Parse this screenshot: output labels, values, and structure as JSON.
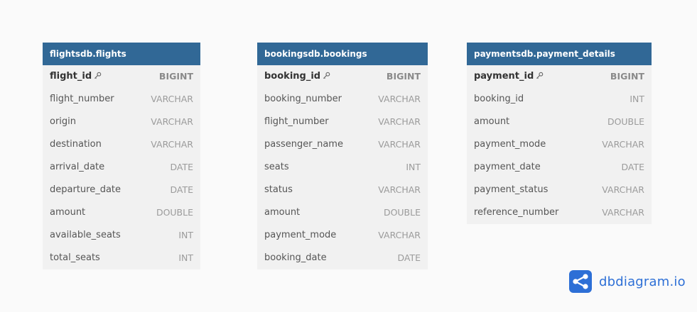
{
  "tables": [
    {
      "name": "flightsdb.flights",
      "fields": [
        {
          "name": "flight_id",
          "type": "BIGINT",
          "pk": true
        },
        {
          "name": "flight_number",
          "type": "VARCHAR"
        },
        {
          "name": "origin",
          "type": "VARCHAR"
        },
        {
          "name": "destination",
          "type": "VARCHAR"
        },
        {
          "name": "arrival_date",
          "type": "DATE"
        },
        {
          "name": "departure_date",
          "type": "DATE"
        },
        {
          "name": "amount",
          "type": "DOUBLE"
        },
        {
          "name": "available_seats",
          "type": "INT"
        },
        {
          "name": "total_seats",
          "type": "INT"
        }
      ]
    },
    {
      "name": "bookingsdb.bookings",
      "fields": [
        {
          "name": "booking_id",
          "type": "BIGINT",
          "pk": true
        },
        {
          "name": "booking_number",
          "type": "VARCHAR"
        },
        {
          "name": "flight_number",
          "type": "VARCHAR"
        },
        {
          "name": "passenger_name",
          "type": "VARCHAR"
        },
        {
          "name": "seats",
          "type": "INT"
        },
        {
          "name": "status",
          "type": "VARCHAR"
        },
        {
          "name": "amount",
          "type": "DOUBLE"
        },
        {
          "name": "payment_mode",
          "type": "VARCHAR"
        },
        {
          "name": "booking_date",
          "type": "DATE"
        }
      ]
    },
    {
      "name": "paymentsdb.payment_details",
      "fields": [
        {
          "name": "payment_id",
          "type": "BIGINT",
          "pk": true
        },
        {
          "name": "booking_id",
          "type": "INT"
        },
        {
          "name": "amount",
          "type": "DOUBLE"
        },
        {
          "name": "payment_mode",
          "type": "VARCHAR"
        },
        {
          "name": "payment_date",
          "type": "DATE"
        },
        {
          "name": "payment_status",
          "type": "VARCHAR"
        },
        {
          "name": "reference_number",
          "type": "VARCHAR"
        }
      ]
    }
  ],
  "brand": {
    "text": "dbdiagram.io",
    "icon": "share-nodes-icon",
    "color": "#2d6fd6"
  },
  "colors": {
    "header": "#316896",
    "body": "#f1f1f1"
  }
}
